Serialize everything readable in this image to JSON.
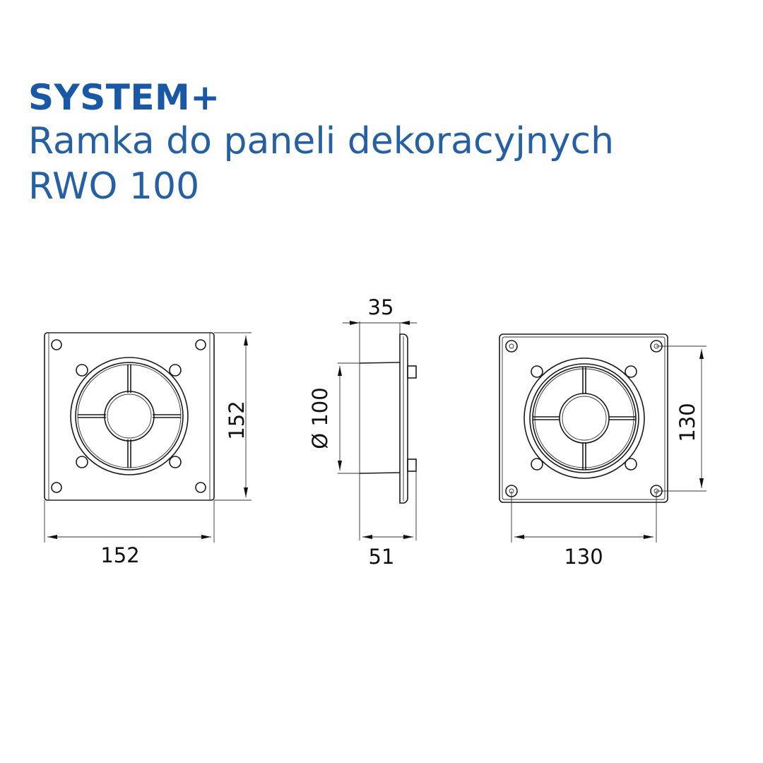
{
  "header": {
    "brand": "SYSTEM+",
    "product_name": "Ramka do paneli dekoracyjnych",
    "model": "RWO 100",
    "brand_color": "#1858a8"
  },
  "views": {
    "front": {
      "label": "front-view",
      "width_dim": "152",
      "height_dim": "152"
    },
    "side": {
      "label": "side-view",
      "depth_top_dim": "35",
      "diameter_dim": "Ø 100",
      "depth_bottom_dim": "51"
    },
    "back": {
      "label": "back-view",
      "hole_spacing_horizontal_dim": "130",
      "hole_spacing_vertical_dim": "130"
    }
  }
}
